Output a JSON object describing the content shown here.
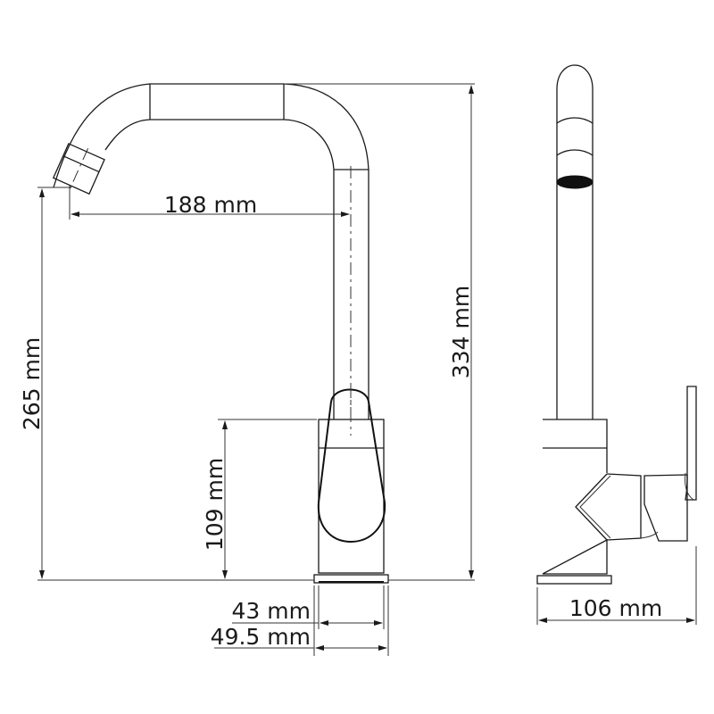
{
  "drawing": {
    "title": "Kitchen faucet dimensional drawing",
    "views": [
      "front-view",
      "side-view"
    ],
    "colors": {
      "line": "#1a1a1a",
      "background": "#ffffff",
      "aerator": "#111111"
    }
  },
  "dimensions": {
    "spout_reach": "188 mm",
    "spout_outlet_height": "265 mm",
    "total_height": "334 mm",
    "body_height": "109 mm",
    "body_diameter": "43 mm",
    "base_diameter": "49.5 mm",
    "total_depth": "106 mm"
  }
}
